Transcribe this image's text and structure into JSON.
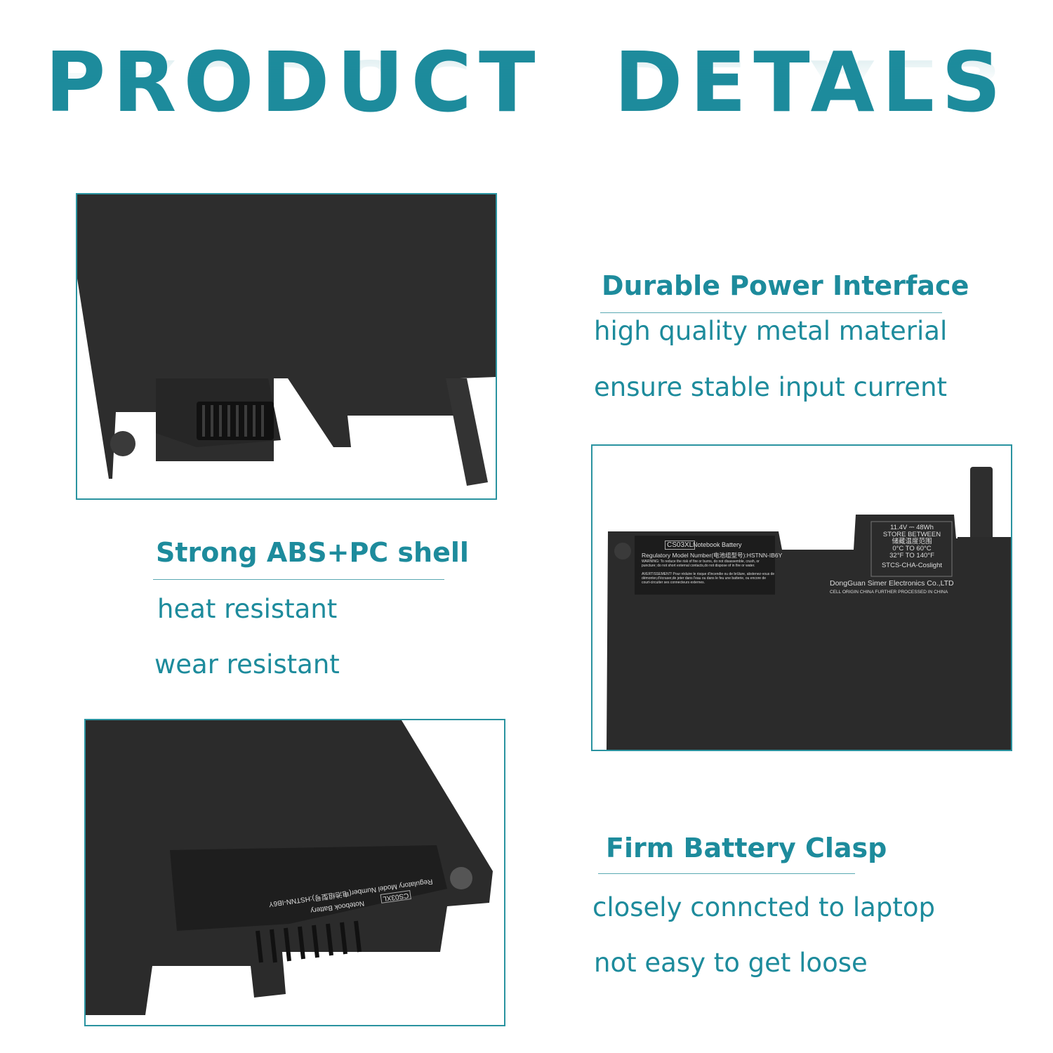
{
  "title": "PRODUCT  DETALS",
  "features": [
    {
      "heading": "Durable Power Interface",
      "lines": [
        "high quality metal material",
        "ensure stable input current"
      ]
    },
    {
      "heading": "Strong ABS+PC shell",
      "lines": [
        "heat resistant",
        "wear resistant"
      ]
    },
    {
      "heading": "Firm Battery Clasp",
      "lines": [
        "closely conncted to laptop",
        "not easy to get loose"
      ]
    }
  ],
  "battery_label": {
    "model": "CS03XL",
    "type": "Notebook Battery",
    "regulatory": "Regulatory Model Number(电池组型号):HSTNN-IB6Y",
    "warning": "WARNING: To reduce the risk of fire or burns, do not disassemble, crush, or puncture; do not short external contacts,do not dispose of in fire or water.",
    "avertissement": "AVERTISSEMENT! Pour réduire le risque d'incendie ou de brûlure, abstenez-vous de démonter,d'écraser,de jeter dans l'eau ou dans le feu une batterie, ou encore de court-circuiter ses connecteurs externes.",
    "spec": [
      "11.4V ⎓ 48Wh",
      "STORE BETWEEN",
      "储藏温度范围",
      "0°C TO 60°C",
      "32°F TO 140°F"
    ],
    "cert": "STCS-CHA-Coslight",
    "maker": "DongGuan Simer Electronics Co.,LTD",
    "origin": "CELL ORIGIN CHINA FURTHER PROCESSED IN CHINA"
  },
  "colors": {
    "accent": "#1d8b9c",
    "battery": "#2b2b2b"
  }
}
